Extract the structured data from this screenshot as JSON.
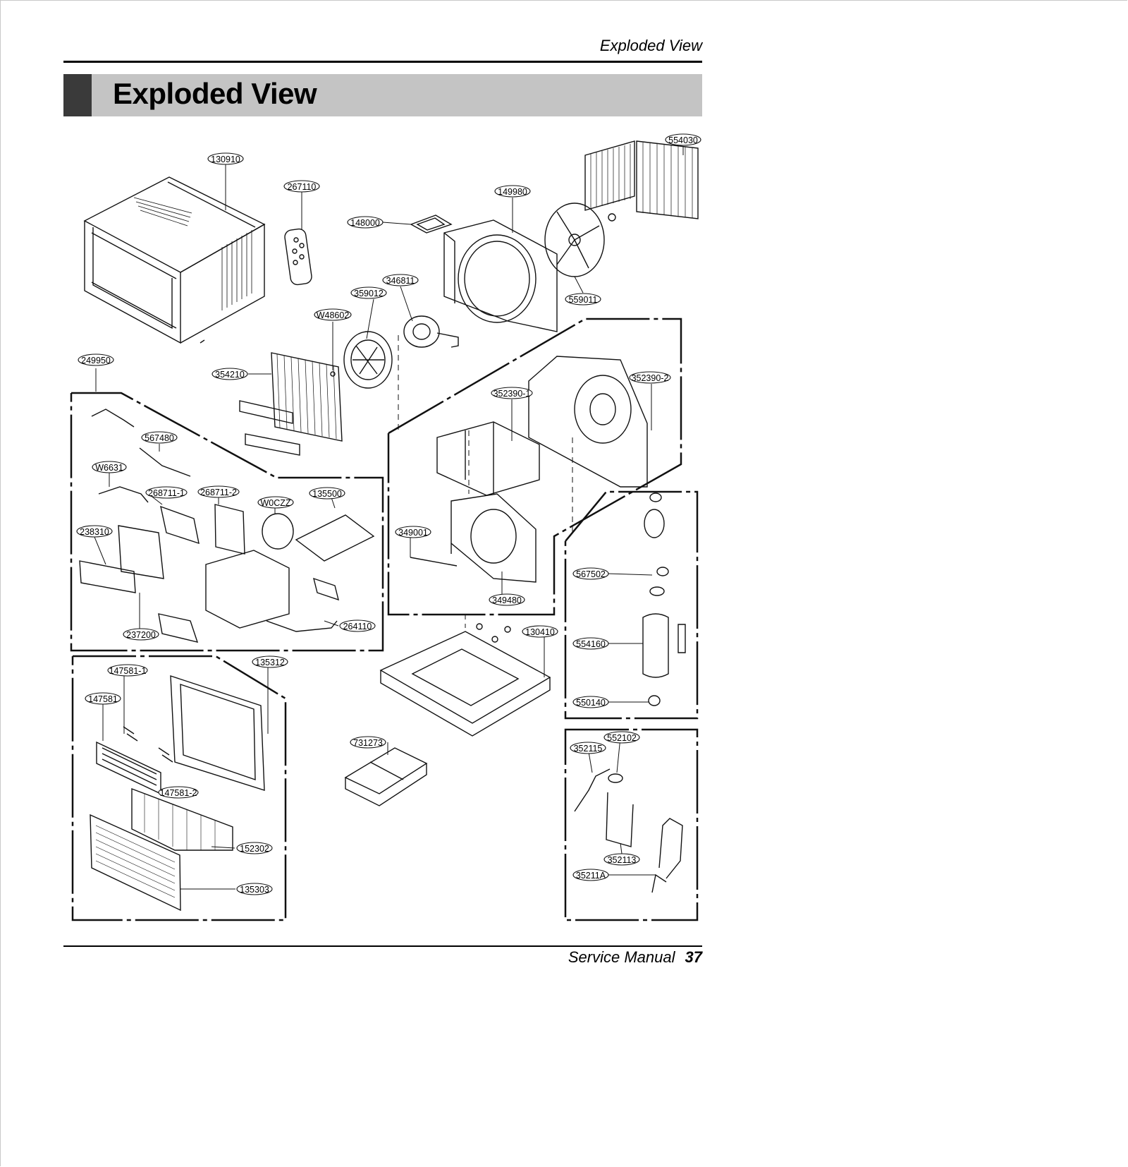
{
  "header": {
    "running_title": "Exploded View",
    "title": "Exploded View"
  },
  "footer": {
    "label": "Service Manual",
    "page_number": "37"
  },
  "callouts": {
    "c130910": "130910",
    "c267110": "267110",
    "c148000": "148000",
    "c149980": "149980",
    "c554030": "554030",
    "c559011": "559011",
    "c346811": "346811",
    "c359012": "359012",
    "cW48602": "W48602",
    "c249950": "249950",
    "c354210": "354210",
    "c352390_1": "352390-1",
    "c352390_2": "352390-2",
    "c567480": "567480",
    "cW6631": "W6631",
    "c268711_1": "268711-1",
    "c268711_2": "268711-2",
    "cW0CZZ": "W0CZZ",
    "c135500": "135500",
    "c238310": "238310",
    "c349001": "349001",
    "c349480": "349480",
    "c237200": "237200",
    "c264110": "264110",
    "c130410": "130410",
    "c567502": "567502",
    "c554160": "554160",
    "c550140": "550140",
    "c135312": "135312",
    "c147581_1": "147581-1",
    "c147581": "147581",
    "c731273": "731273",
    "c147581_2": "147581-2",
    "c152302": "152302",
    "c135303": "135303",
    "c352115": "352115",
    "c552102": "552102",
    "c352113": "352113",
    "c35211A": "35211A"
  }
}
